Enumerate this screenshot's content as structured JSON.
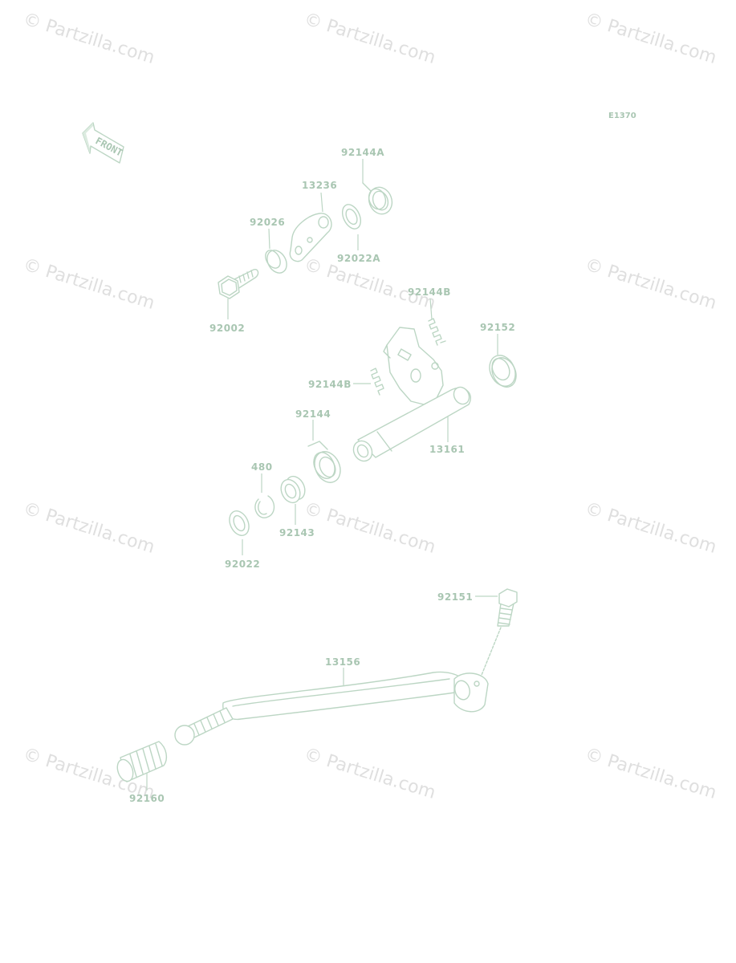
{
  "diagram": {
    "code": "E1370",
    "front_label": "FRONT",
    "watermark": "© Partzilla.com",
    "colors": {
      "line": "#bcd6c4",
      "text": "#a9c6b2",
      "watermark": "#dfdfdf",
      "background": "#ffffff"
    }
  },
  "parts": [
    {
      "id": "p-92144a",
      "label": "92144A",
      "name": "spring"
    },
    {
      "id": "p-13236",
      "label": "13236",
      "name": "plate"
    },
    {
      "id": "p-92026",
      "label": "92026",
      "name": "collar"
    },
    {
      "id": "p-92022a",
      "label": "92022A",
      "name": "washer"
    },
    {
      "id": "p-92002",
      "label": "92002",
      "name": "bolt"
    },
    {
      "id": "p-92144b-top",
      "label": "92144B",
      "name": "spring"
    },
    {
      "id": "p-92152",
      "label": "92152",
      "name": "oil-seal"
    },
    {
      "id": "p-92144b-mid",
      "label": "92144B",
      "name": "spring"
    },
    {
      "id": "p-92144",
      "label": "92144",
      "name": "torsion-spring"
    },
    {
      "id": "p-13161",
      "label": "13161",
      "name": "shift-shaft"
    },
    {
      "id": "p-480",
      "label": "480",
      "name": "circlip"
    },
    {
      "id": "p-92143",
      "label": "92143",
      "name": "collar"
    },
    {
      "id": "p-92022",
      "label": "92022",
      "name": "washer"
    },
    {
      "id": "p-92151",
      "label": "92151",
      "name": "bolt"
    },
    {
      "id": "p-13156",
      "label": "13156",
      "name": "shift-pedal"
    },
    {
      "id": "p-92160",
      "label": "92160",
      "name": "pedal-rubber"
    }
  ]
}
